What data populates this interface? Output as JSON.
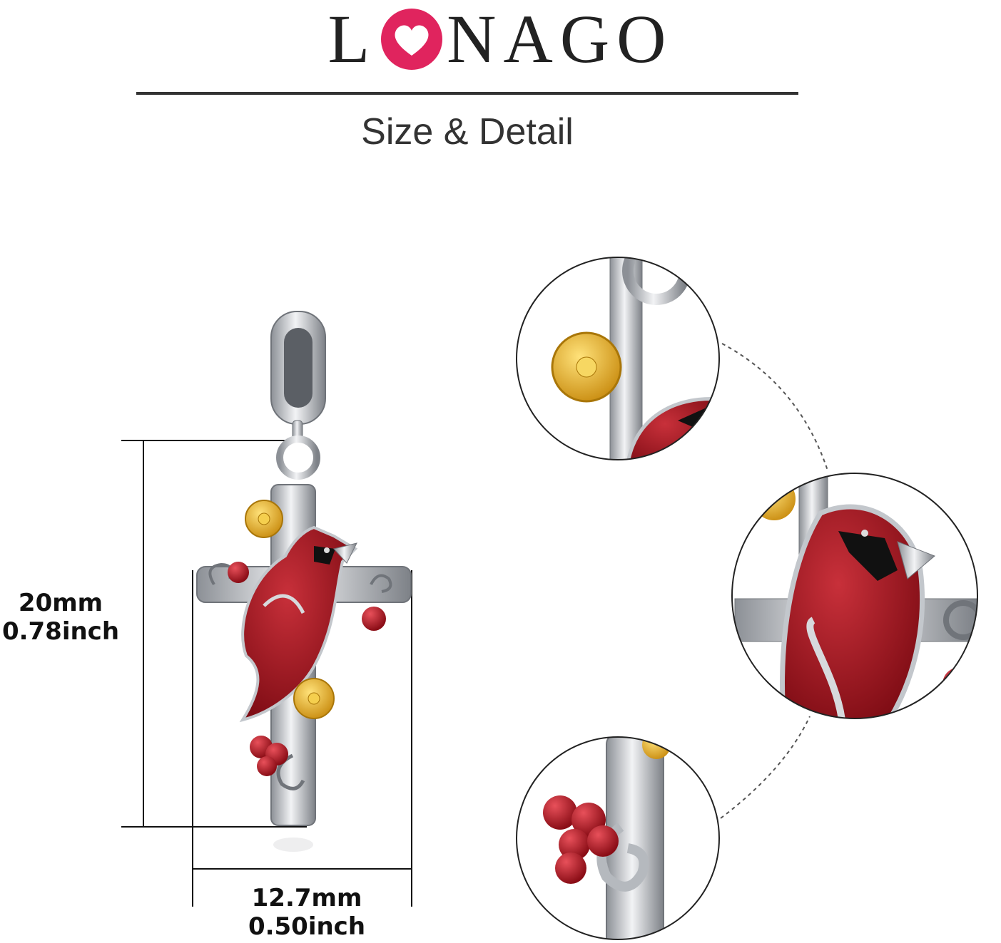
{
  "brand": {
    "letters_before": "L",
    "letters_after": "NAGO",
    "heart_color": "#e0245e"
  },
  "header": {
    "subtitle": "Size & Detail"
  },
  "dimensions": {
    "height_mm": "20mm",
    "height_in": "0.78inch",
    "width_mm": "12.7mm",
    "width_in": "0.50inch"
  },
  "colors": {
    "enamel_red": "#a8141f",
    "gold": "#e6b422",
    "silver": "#c9ccd1"
  },
  "icons": [
    "heart-logo-icon"
  ]
}
